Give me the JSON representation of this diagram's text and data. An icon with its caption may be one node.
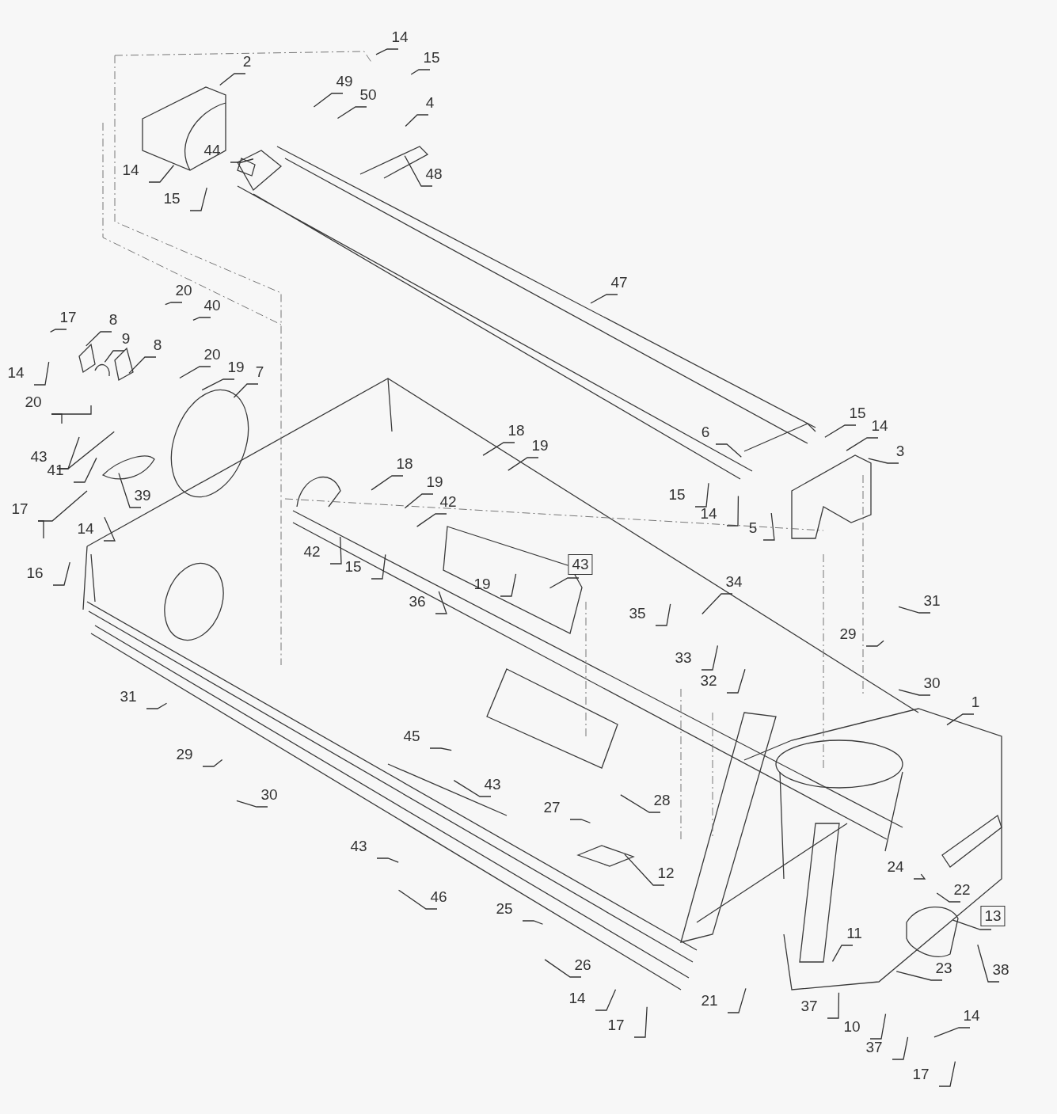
{
  "diagram": {
    "nodes": [
      {
        "text": [
          "14"
        ]
      },
      {
        "text": [
          "15"
        ]
      },
      {
        "text": [
          "2"
        ]
      },
      {
        "text": [
          "49"
        ]
      },
      {
        "text": [
          "50"
        ]
      },
      {
        "text": [
          "4"
        ]
      },
      {
        "text": [
          "44"
        ]
      },
      {
        "text": [
          "48"
        ]
      },
      {
        "text": [
          "14"
        ]
      },
      {
        "text": [
          "15"
        ]
      },
      {
        "text": [
          "47"
        ]
      },
      {
        "text": [
          "20"
        ]
      },
      {
        "text": [
          "40"
        ]
      },
      {
        "text": [
          "17"
        ]
      },
      {
        "text": [
          "8"
        ]
      },
      {
        "text": [
          "9"
        ]
      },
      {
        "text": [
          "8"
        ]
      },
      {
        "text": [
          "14"
        ]
      },
      {
        "text": [
          "20"
        ]
      },
      {
        "text": [
          "19"
        ]
      },
      {
        "text": [
          "7"
        ]
      },
      {
        "text": [
          "20"
        ]
      },
      {
        "text": [
          "43"
        ]
      },
      {
        "text": [
          "41"
        ]
      },
      {
        "text": [
          "39"
        ]
      },
      {
        "text": [
          "17"
        ]
      },
      {
        "text": [
          "14"
        ]
      },
      {
        "text": [
          "16"
        ]
      },
      {
        "text": [
          "18"
        ]
      },
      {
        "text": [
          "19"
        ]
      },
      {
        "text": [
          "18"
        ]
      },
      {
        "text": [
          "19"
        ]
      },
      {
        "text": [
          "42"
        ]
      },
      {
        "text": [
          "42"
        ]
      },
      {
        "text": [
          "15"
        ]
      },
      {
        "text": [
          "36"
        ]
      },
      {
        "text": [
          "19"
        ]
      },
      {
        "text": [
          "43"
        ]
      },
      {
        "text": [
          "35"
        ]
      },
      {
        "text": [
          "34"
        ]
      },
      {
        "text": [
          "15"
        ]
      },
      {
        "text": [
          "14"
        ]
      },
      {
        "text": [
          "6"
        ]
      },
      {
        "text": [
          "3"
        ]
      },
      {
        "text": [
          "15"
        ]
      },
      {
        "text": [
          "14"
        ]
      },
      {
        "text": [
          "5"
        ]
      },
      {
        "text": [
          "31"
        ]
      },
      {
        "text": [
          "29"
        ]
      },
      {
        "text": [
          "33"
        ]
      },
      {
        "text": [
          "32"
        ]
      },
      {
        "text": [
          "30"
        ]
      },
      {
        "text": [
          "1"
        ]
      },
      {
        "text": [
          "31"
        ]
      },
      {
        "text": [
          "29"
        ]
      },
      {
        "text": [
          "45"
        ]
      },
      {
        "text": [
          "43"
        ]
      },
      {
        "text": [
          "30"
        ]
      },
      {
        "text": [
          "28"
        ]
      },
      {
        "text": [
          "27"
        ]
      },
      {
        "text": [
          "43"
        ]
      },
      {
        "text": [
          "12"
        ]
      },
      {
        "text": [
          "46"
        ]
      },
      {
        "text": [
          "24"
        ]
      },
      {
        "text": [
          "22"
        ]
      },
      {
        "text": [
          "25"
        ]
      },
      {
        "text": [
          "13"
        ]
      },
      {
        "text": [
          "11"
        ]
      },
      {
        "text": [
          "26"
        ]
      },
      {
        "text": [
          "38"
        ]
      },
      {
        "text": [
          "23"
        ]
      },
      {
        "text": [
          "14"
        ]
      },
      {
        "text": [
          "21"
        ]
      },
      {
        "text": [
          "17"
        ]
      },
      {
        "text": [
          "37"
        ]
      },
      {
        "text": [
          "10"
        ]
      },
      {
        "text": [
          "14"
        ]
      },
      {
        "text": [
          "37"
        ]
      },
      {
        "text": [
          "17"
        ]
      }
    ],
    "edges": [
      {
        "from": 0,
        "to": null,
        "arrow": "none"
      },
      {
        "from": 1,
        "to": null,
        "arrow": "none"
      },
      {
        "from": 2,
        "to": null,
        "arrow": "none"
      },
      {
        "from": 3,
        "to": null,
        "arrow": "none"
      },
      {
        "from": 4,
        "to": null,
        "arrow": "none"
      },
      {
        "from": 5,
        "to": null,
        "arrow": "none"
      },
      {
        "from": 6,
        "to": null,
        "arrow": "none"
      },
      {
        "from": 7,
        "to": null,
        "arrow": "none"
      },
      {
        "from": 8,
        "to": null,
        "arrow": "none"
      },
      {
        "from": 9,
        "to": null,
        "arrow": "none"
      },
      {
        "from": 10,
        "to": null,
        "arrow": "none"
      },
      {
        "from": 11,
        "to": null,
        "arrow": "none"
      },
      {
        "from": 12,
        "to": null,
        "arrow": "none"
      },
      {
        "from": 13,
        "to": null,
        "arrow": "none"
      },
      {
        "from": 14,
        "to": null,
        "arrow": "none"
      },
      {
        "from": 15,
        "to": null,
        "arrow": "none"
      },
      {
        "from": 16,
        "to": null,
        "arrow": "none"
      },
      {
        "from": 17,
        "to": null,
        "arrow": "none"
      },
      {
        "from": 18,
        "to": null,
        "arrow": "none"
      },
      {
        "from": 19,
        "to": null,
        "arrow": "none"
      },
      {
        "from": 20,
        "to": null,
        "arrow": "none"
      },
      {
        "from": 21,
        "to": null,
        "arrow": "none"
      },
      {
        "from": 21,
        "to": null,
        "arrow": "none"
      },
      {
        "from": 22,
        "to": null,
        "arrow": "none"
      },
      {
        "from": 22,
        "to": null,
        "arrow": "none"
      },
      {
        "from": 23,
        "to": null,
        "arrow": "none"
      },
      {
        "from": 24,
        "to": null,
        "arrow": "none"
      },
      {
        "from": 25,
        "to": null,
        "arrow": "none"
      },
      {
        "from": 25,
        "to": null,
        "arrow": "none"
      },
      {
        "from": 26,
        "to": null,
        "arrow": "none"
      },
      {
        "from": 27,
        "to": null,
        "arrow": "none"
      },
      {
        "from": 28,
        "to": null,
        "arrow": "none"
      },
      {
        "from": 29,
        "to": null,
        "arrow": "none"
      },
      {
        "from": 30,
        "to": null,
        "arrow": "none"
      },
      {
        "from": 31,
        "to": null,
        "arrow": "none"
      },
      {
        "from": 32,
        "to": null,
        "arrow": "none"
      },
      {
        "from": 33,
        "to": null,
        "arrow": "none"
      },
      {
        "from": 34,
        "to": null,
        "arrow": "none"
      },
      {
        "from": 35,
        "to": null,
        "arrow": "none"
      },
      {
        "from": 36,
        "to": null,
        "arrow": "none"
      },
      {
        "from": 37,
        "to": null,
        "arrow": "none"
      },
      {
        "from": 38,
        "to": null,
        "arrow": "none"
      },
      {
        "from": 39,
        "to": null,
        "arrow": "none"
      },
      {
        "from": 40,
        "to": null,
        "arrow": "none"
      },
      {
        "from": 41,
        "to": null,
        "arrow": "none"
      },
      {
        "from": 42,
        "to": null,
        "arrow": "none"
      },
      {
        "from": 43,
        "to": null,
        "arrow": "none"
      },
      {
        "from": 44,
        "to": null,
        "arrow": "none"
      },
      {
        "from": 45,
        "to": null,
        "arrow": "none"
      },
      {
        "from": 46,
        "to": null,
        "arrow": "none"
      },
      {
        "from": 47,
        "to": null,
        "arrow": "none"
      },
      {
        "from": 48,
        "to": null,
        "arrow": "none"
      },
      {
        "from": 49,
        "to": null,
        "arrow": "none"
      },
      {
        "from": 50,
        "to": null,
        "arrow": "none"
      },
      {
        "from": 51,
        "to": null,
        "arrow": "none"
      },
      {
        "from": 52,
        "to": null,
        "arrow": "none"
      },
      {
        "from": 53,
        "to": null,
        "arrow": "none"
      },
      {
        "from": 54,
        "to": null,
        "arrow": "none"
      },
      {
        "from": 55,
        "to": null,
        "arrow": "none"
      },
      {
        "from": 56,
        "to": null,
        "arrow": "none"
      },
      {
        "from": 57,
        "to": null,
        "arrow": "none"
      },
      {
        "from": 58,
        "to": null,
        "arrow": "none"
      },
      {
        "from": 59,
        "to": null,
        "arrow": "none"
      },
      {
        "from": 60,
        "to": null,
        "arrow": "none"
      },
      {
        "from": 61,
        "to": null,
        "arrow": "none"
      },
      {
        "from": 62,
        "to": null,
        "arrow": "none"
      },
      {
        "from": 63,
        "to": null,
        "arrow": "none"
      },
      {
        "from": 64,
        "to": null,
        "arrow": "none"
      },
      {
        "from": 65,
        "to": null,
        "arrow": "none"
      },
      {
        "from": 66,
        "to": null,
        "arrow": "none"
      },
      {
        "from": 67,
        "to": null,
        "arrow": "none"
      },
      {
        "from": 68,
        "to": null,
        "arrow": "none"
      },
      {
        "from": 69,
        "to": null,
        "arrow": "none"
      },
      {
        "from": 70,
        "to": null,
        "arrow": "none"
      },
      {
        "from": 71,
        "to": null,
        "arrow": "none"
      },
      {
        "from": 72,
        "to": null,
        "arrow": "none"
      },
      {
        "from": 73,
        "to": null,
        "arrow": "none"
      },
      {
        "from": 74,
        "to": null,
        "arrow": "none"
      },
      {
        "from": 75,
        "to": null,
        "arrow": "none"
      },
      {
        "from": 76,
        "to": null,
        "arrow": "none"
      },
      {
        "from": 77,
        "to": null,
        "arrow": "none"
      },
      {
        "from": 78,
        "to": null,
        "arrow": "none"
      }
    ]
  }
}
